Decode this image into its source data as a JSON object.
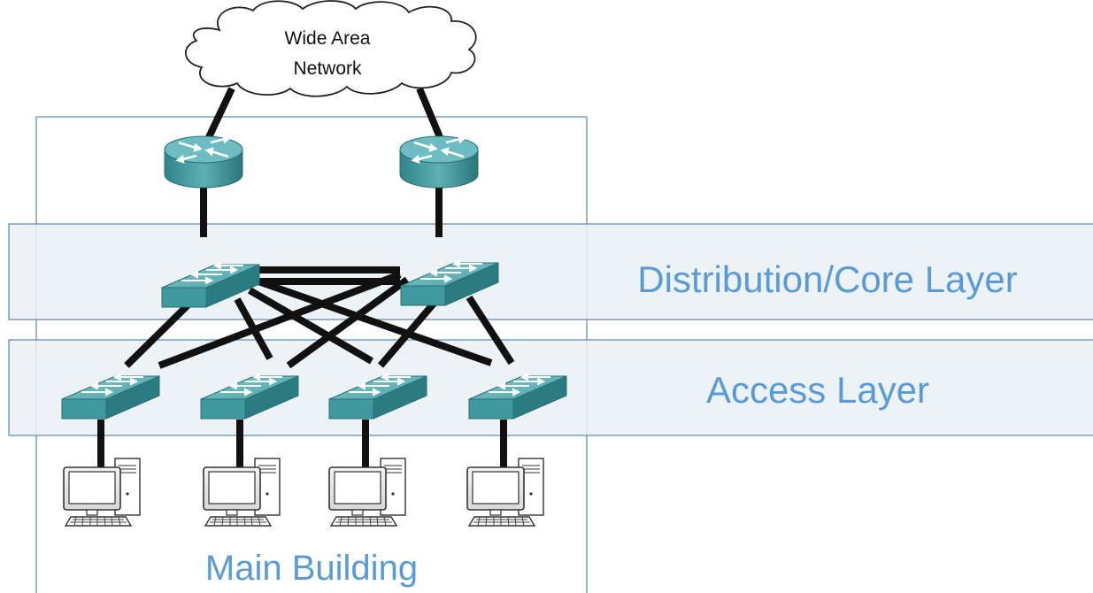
{
  "wan": {
    "line1": "Wide Area",
    "line2": "Network"
  },
  "layers": {
    "distribution": "Distribution/Core Layer",
    "access": "Access Layer"
  },
  "building": "Main Building",
  "colors": {
    "label": "#5b9bd5",
    "band_fill": "#e9f0f3",
    "band_stroke": "#5b86b5",
    "device_top": "#5fb3b9",
    "device_side": "#2c7b80",
    "link": "#111111"
  }
}
